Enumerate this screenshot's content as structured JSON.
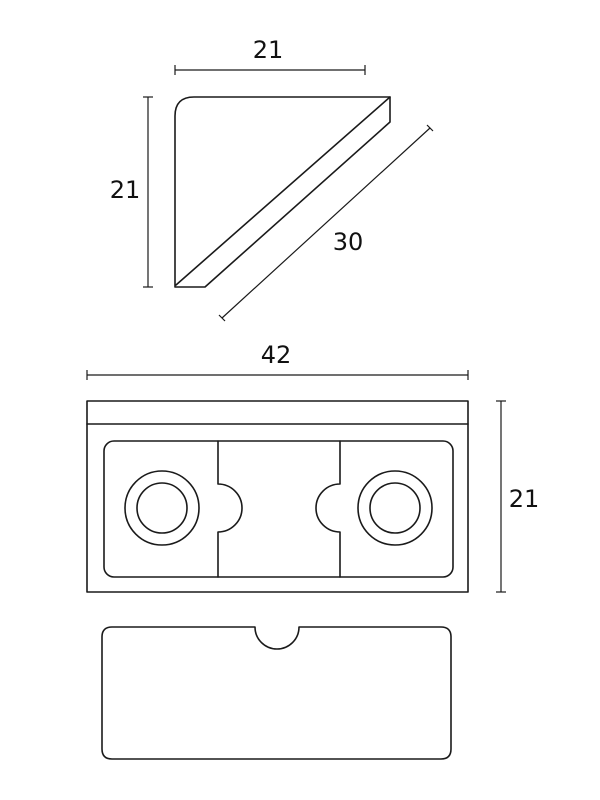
{
  "dimensions": {
    "top_width": "21",
    "top_height": "21",
    "diagonal": "30",
    "front_width": "42",
    "front_height": "21"
  },
  "colors": {
    "line": "#1a1a1a",
    "background": "#ffffff"
  }
}
